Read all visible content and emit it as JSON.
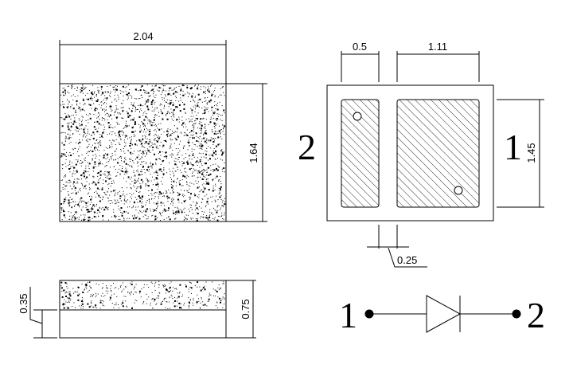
{
  "top_view": {
    "width_label": "2.04",
    "height_label": "1.64"
  },
  "side_view": {
    "total_height_label": "0.75",
    "base_height_label": "0.35"
  },
  "footprint": {
    "left_pad_width_label": "0.5",
    "right_pad_width_label": "1.11",
    "pad_height_label": "1.45",
    "gap_label": "0.25",
    "pin_left_label": "2",
    "pin_right_label": "1"
  },
  "symbol": {
    "anode_label": "1",
    "cathode_label": "2"
  }
}
